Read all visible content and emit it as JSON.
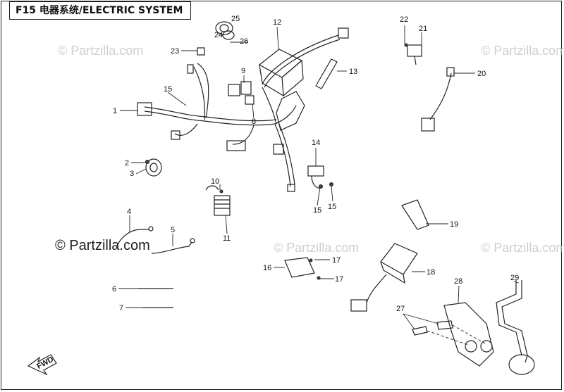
{
  "diagram": {
    "title": "F15 电器系统/ELECTRIC SYSTEM",
    "watermark": "© Partzilla.com",
    "fwd_label": "FWD",
    "callouts": [
      {
        "id": "c1",
        "text": "1"
      },
      {
        "id": "c2",
        "text": "2"
      },
      {
        "id": "c3",
        "text": "3"
      },
      {
        "id": "c4",
        "text": "4"
      },
      {
        "id": "c5",
        "text": "5"
      },
      {
        "id": "c6",
        "text": "6"
      },
      {
        "id": "c7",
        "text": "7"
      },
      {
        "id": "c8",
        "text": "8"
      },
      {
        "id": "c9",
        "text": "9"
      },
      {
        "id": "c10",
        "text": "10"
      },
      {
        "id": "c11",
        "text": "11"
      },
      {
        "id": "c12",
        "text": "12"
      },
      {
        "id": "c13",
        "text": "13"
      },
      {
        "id": "c14",
        "text": "14"
      },
      {
        "id": "c15a",
        "text": "15"
      },
      {
        "id": "c15b",
        "text": "15"
      },
      {
        "id": "c15c",
        "text": "15"
      },
      {
        "id": "c16",
        "text": "16"
      },
      {
        "id": "c17a",
        "text": "17"
      },
      {
        "id": "c17b",
        "text": "17"
      },
      {
        "id": "c18",
        "text": "18"
      },
      {
        "id": "c19",
        "text": "19"
      },
      {
        "id": "c20",
        "text": "20"
      },
      {
        "id": "c21",
        "text": "21"
      },
      {
        "id": "c22",
        "text": "22"
      },
      {
        "id": "c23",
        "text": "23"
      },
      {
        "id": "c24",
        "text": "24"
      },
      {
        "id": "c25",
        "text": "25"
      },
      {
        "id": "c26",
        "text": "26"
      },
      {
        "id": "c27",
        "text": "27"
      },
      {
        "id": "c28",
        "text": "28"
      },
      {
        "id": "c29",
        "text": "29"
      }
    ]
  }
}
